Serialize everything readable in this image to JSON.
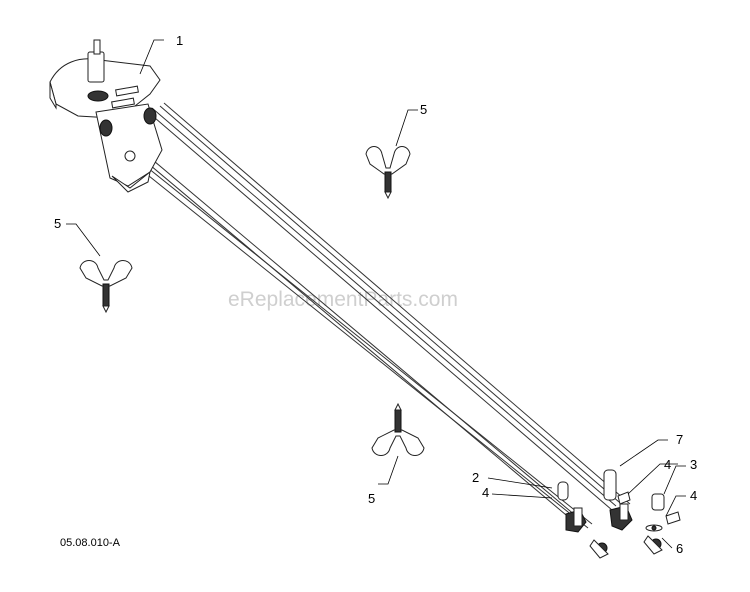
{
  "diagram": {
    "watermark": "eReplacementParts.com",
    "drawing_code": "05.08.010-A",
    "callouts": [
      {
        "id": "c1",
        "label": "1"
      },
      {
        "id": "c2",
        "label": "2"
      },
      {
        "id": "c3",
        "label": "3"
      },
      {
        "id": "c4a",
        "label": "4"
      },
      {
        "id": "c4b",
        "label": "4"
      },
      {
        "id": "c4c",
        "label": "4"
      },
      {
        "id": "c5a",
        "label": "5"
      },
      {
        "id": "c5b",
        "label": "5"
      },
      {
        "id": "c5c",
        "label": "5"
      },
      {
        "id": "c6",
        "label": "6"
      },
      {
        "id": "c7",
        "label": "7"
      }
    ]
  }
}
